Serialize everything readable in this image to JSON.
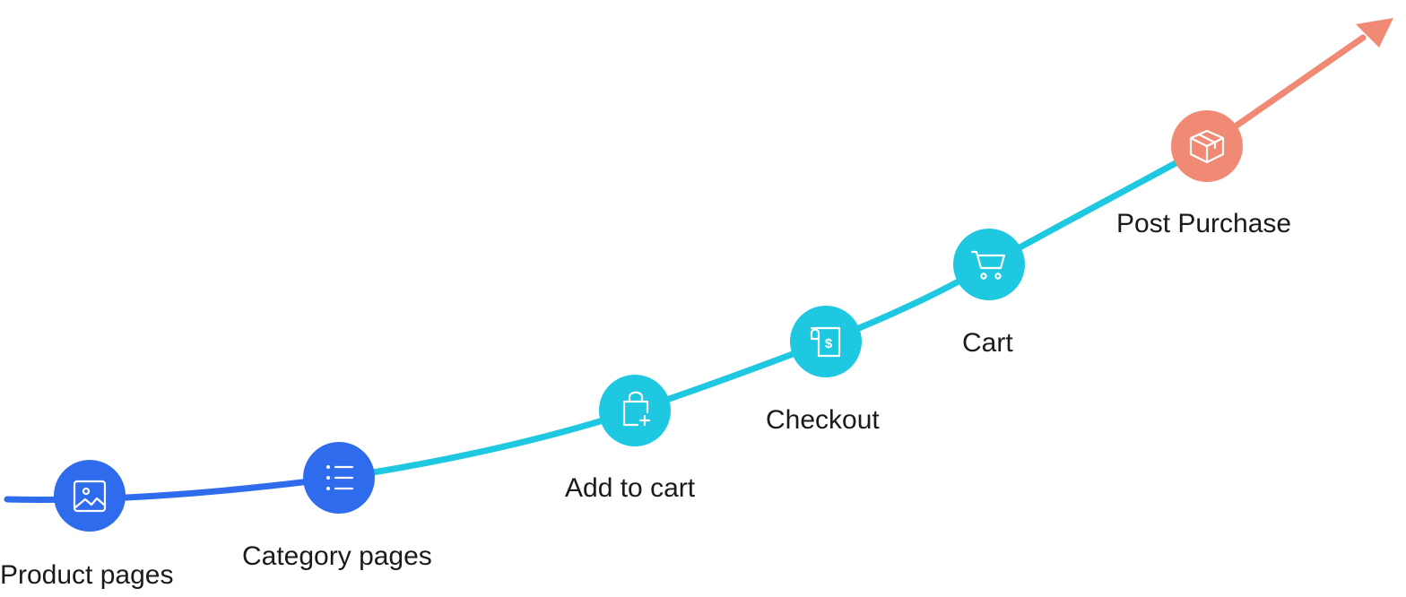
{
  "colors": {
    "early": "#2f6ced",
    "middle": "#1dc8e0",
    "late": "#f08a75",
    "icon": "#ffffff"
  },
  "stages": [
    {
      "label": "Product pages",
      "icon": "image-icon",
      "color": "#2f6ced"
    },
    {
      "label": "Category pages",
      "icon": "list-icon",
      "color": "#2f6ced"
    },
    {
      "label": "Add to cart",
      "icon": "shopping-bag-plus-icon",
      "color": "#1dc8e0"
    },
    {
      "label": "Checkout",
      "icon": "receipt-dollar-icon",
      "color": "#1dc8e0"
    },
    {
      "label": "Cart",
      "icon": "shopping-cart-icon",
      "color": "#1dc8e0"
    },
    {
      "label": "Post Purchase",
      "icon": "package-box-icon",
      "color": "#f08a75"
    }
  ]
}
